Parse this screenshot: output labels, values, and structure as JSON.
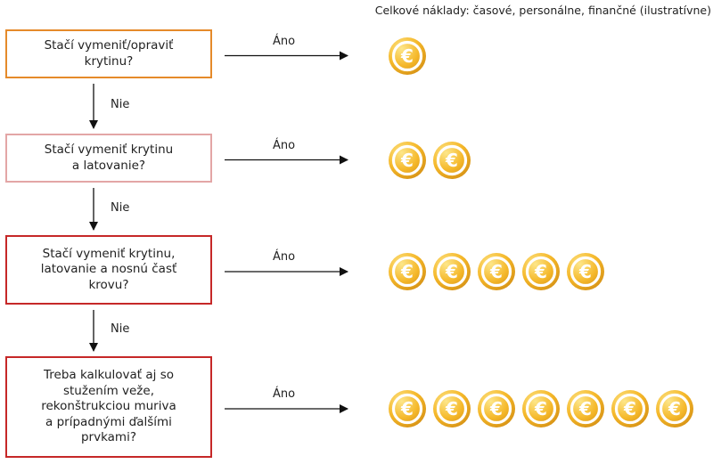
{
  "header": "Celkové náklady: časové, personálne, finančné (ilustratívne)",
  "colors": {
    "box_1_border": "#e58a2a",
    "box_2_border": "#e3a6a6",
    "box_3_border": "#c62828",
    "box_4_border": "#c62828",
    "coin_fill": "#f5b82a",
    "coin_highlight": "#fde68a",
    "coin_rim": "#d89416"
  },
  "steps": [
    {
      "question": "Stačí vymeniť/opraviť\nkrytinu?",
      "yes_label": "Áno",
      "coins": 1
    },
    {
      "question": "Stačí vymeniť krytinu\na latovanie?",
      "yes_label": "Áno",
      "coins": 2
    },
    {
      "question": "Stačí vymeniť krytinu,\nlatovanie a nosnú časť\nkrovu?",
      "yes_label": "Áno",
      "coins": 5
    },
    {
      "question": "Treba kalkulovať aj so\nstužením veže,\nrekonštrukciou muriva\na prípadnými ďalšími\nprvkami?",
      "yes_label": "Áno",
      "coins": 7
    }
  ],
  "no_labels": [
    "Nie",
    "Nie",
    "Nie"
  ],
  "coin_icon": "euro-coin-icon",
  "coin_symbol": "€"
}
